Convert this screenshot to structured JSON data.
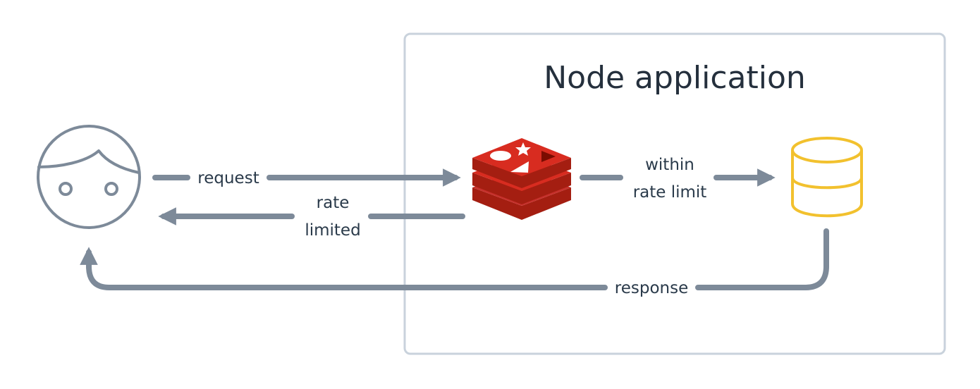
{
  "container": {
    "title": "Node application"
  },
  "edges": {
    "request": "request",
    "rate_limited": [
      "rate",
      "limited"
    ],
    "within_rate_limit": [
      "within",
      "rate limit"
    ],
    "response": "response"
  },
  "nodes": {
    "user": "user-face-icon",
    "redis": "redis-logo-icon",
    "database": "database-icon"
  },
  "colors": {
    "arrow": "#7d8a99",
    "container_border": "#c9d2dc",
    "user_stroke": "#7d8a99",
    "redis_red": "#c6302b",
    "redis_dark": "#a41e11",
    "database": "#f2c12e",
    "text": "#2a3a4a"
  }
}
